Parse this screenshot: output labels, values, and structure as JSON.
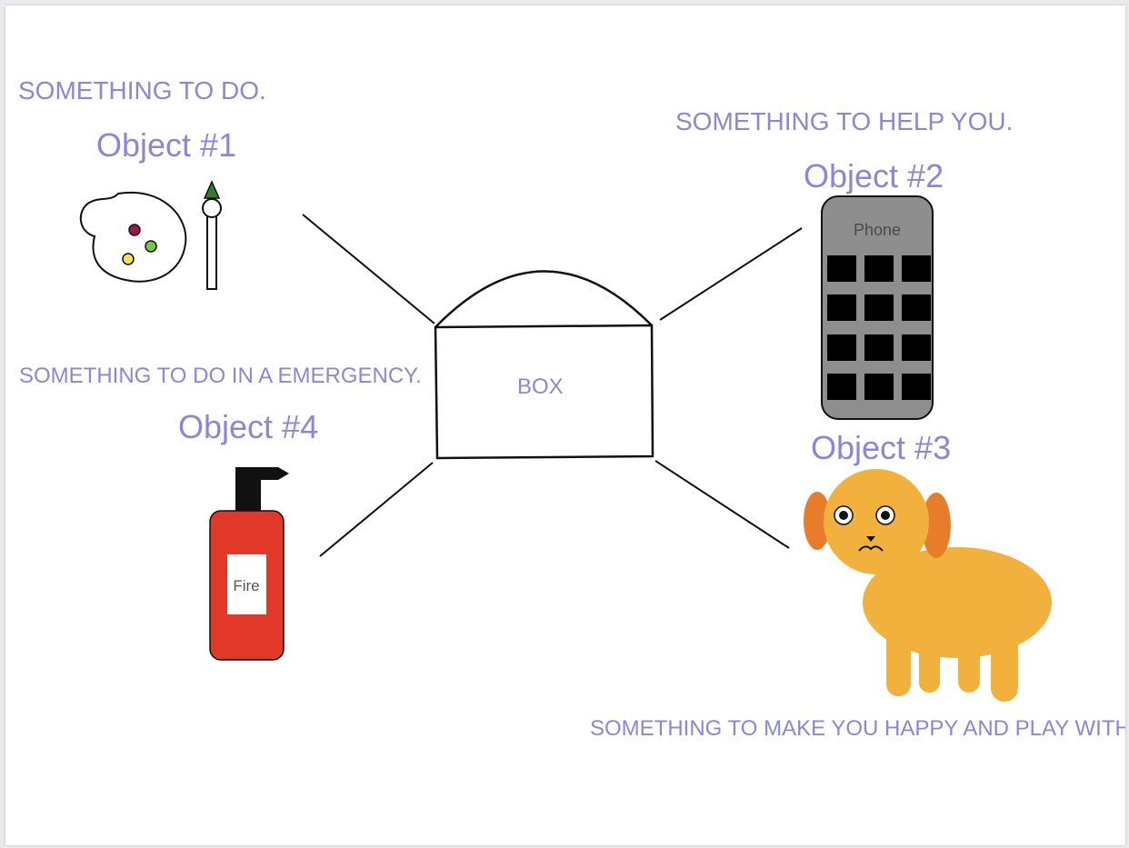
{
  "diagram": {
    "center": {
      "label": "BOX"
    },
    "objects": [
      {
        "id": "object-1",
        "label": "Object #1",
        "caption": "SOMETHING TO DO.",
        "item": "paint-palette-and-brush"
      },
      {
        "id": "object-2",
        "label": "Object #2",
        "caption": "SOMETHING TO HELP YOU.",
        "item": "phone",
        "item_text": "Phone"
      },
      {
        "id": "object-3",
        "label": "Object #3",
        "caption": "SOMETHING TO MAKE YOU HAPPY AND PLAY WITH",
        "item": "dog"
      },
      {
        "id": "object-4",
        "label": "Object #4",
        "caption": "SOMETHING TO DO IN A EMERGENCY.",
        "item": "fire-extinguisher",
        "item_text": "Fire"
      }
    ]
  },
  "colors": {
    "text": "#8c87d4",
    "line": "#111111",
    "extinguisher": "#e0392a",
    "dog_body": "#f2b13c",
    "dog_ears": "#e77c2b",
    "phone_body": "#8e8e8e",
    "phone_keys": "#000000",
    "palette_dot_red": "#9a1747",
    "palette_dot_green": "#7ac943",
    "palette_dot_yellow": "#f5e05a",
    "brush_tip": "#2e7d32"
  }
}
